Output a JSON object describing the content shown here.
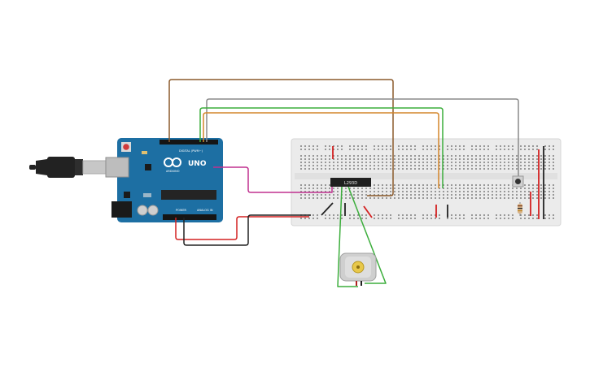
{
  "arduino": {
    "brand": "ARDUINO",
    "model": "UNO",
    "digital_label": "DIGITAL (PWM~)",
    "power_label": "POWER",
    "analog_label": "ANALOG IN",
    "board_color": "#1d6fa3",
    "usb_cable_color": "#222222",
    "usb_port_color": "#c7c7c7"
  },
  "breadboard": {
    "background_color": "#ebebeb",
    "hole_color": "#6a6a6a"
  },
  "ic_chip": {
    "label": "L293D",
    "color": "#1f1f1f"
  },
  "dc_motor": {
    "body_color": "#cfcfcf",
    "shaft_color": "#e8c84a"
  },
  "wire_colors": {
    "brown": "#8b5a2b",
    "orange": "#d4862a",
    "green": "#3cae3c",
    "gray": "#8a8a8a",
    "magenta": "#c0308f",
    "red": "#d42020",
    "black": "#222222"
  },
  "resistor": {
    "body_color": "#d8b48a"
  }
}
